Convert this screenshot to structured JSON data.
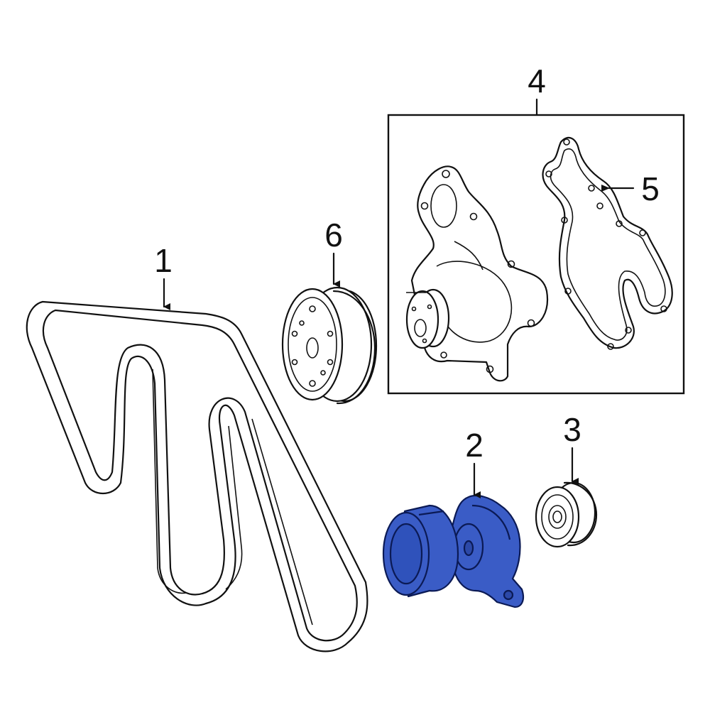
{
  "callouts": {
    "belt": "1",
    "tensioner": "2",
    "idler_pulley": "3",
    "water_pump_assembly": "4",
    "gasket": "5",
    "pump_pulley": "6"
  },
  "colors": {
    "line": "#111111",
    "background": "#ffffff",
    "highlight_fill": "#3a5cc6",
    "highlight_stroke": "#0b1a55"
  },
  "highlighted_part": "2"
}
